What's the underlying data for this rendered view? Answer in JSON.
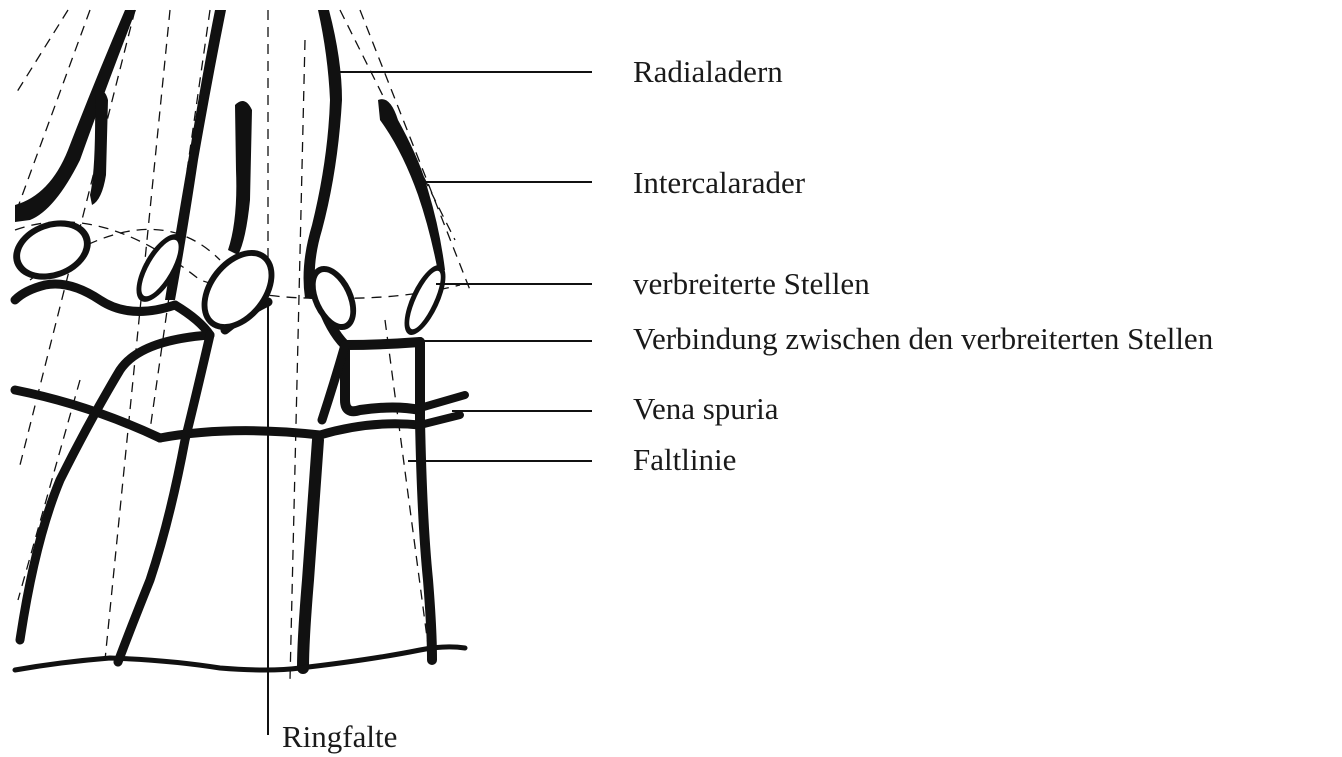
{
  "labels": {
    "radialadern": "Radialadern",
    "intercalarader": "Intercalarader",
    "verbreiterte_stellen": "verbreiterte Stellen",
    "verbindung": "Verbindung zwischen den verbreiterten Stellen",
    "vena_spuria": "Vena spuria",
    "faltlinie": "Faltlinie",
    "ringfalte": "Ringfalte"
  },
  "colors": {
    "ink": "#111111",
    "background": "#ffffff"
  }
}
